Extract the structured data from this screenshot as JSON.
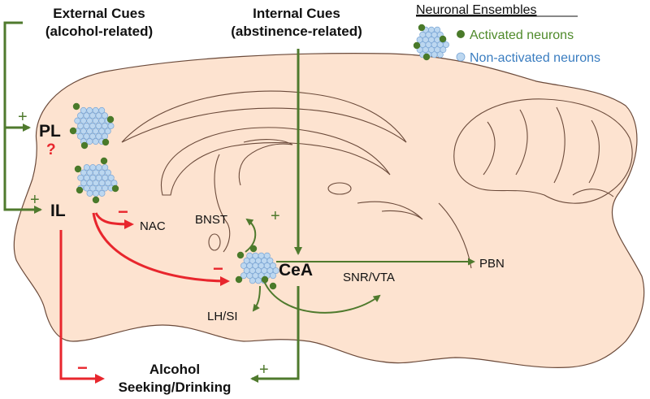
{
  "external_cues": {
    "line1": "External Cues",
    "line2": "(alcohol-related)"
  },
  "internal_cues": {
    "line1": "Internal Cues",
    "line2": "(abstinence-related)"
  },
  "legend": {
    "title": "Neuronal Ensembles",
    "activated": "Activated neurons",
    "non_activated": "Non-activated neurons"
  },
  "regions": {
    "pl": "PL",
    "pl_question": "?",
    "il": "IL",
    "nac": "NAC",
    "bnst": "BNST",
    "cea": "CeA",
    "pbn": "PBN",
    "snr_vta": "SNR/VTA",
    "lh_si": "LH/SI"
  },
  "outcome": {
    "line1": "Alcohol",
    "line2": "Seeking/Drinking"
  },
  "signs": {
    "plus": "+",
    "minus": "−"
  },
  "colors": {
    "brain_fill": "#fde3d0",
    "brain_stroke": "#6b4a3a",
    "green": "#4f7a2d",
    "dot_green": "#4a7a2a",
    "dot_blue": "#bcd7f0",
    "dot_blue_stroke": "#7aa6d6",
    "red": "#e8262d",
    "legend_green": "#4f8a2a",
    "legend_blue": "#3a7dc0"
  }
}
